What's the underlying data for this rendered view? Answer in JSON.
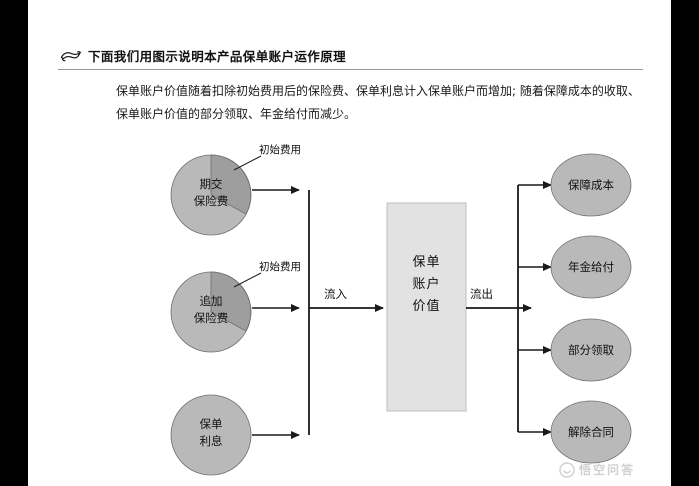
{
  "header": {
    "icon": "pointing-hand-icon",
    "title": "下面我们用图示说明本产品保单账户运作原理"
  },
  "paragraph": {
    "line1": "保单账户价值随着扣除初始费用后的保险费、保单利息计入保单账户而增加; 随着保障成本的收取、",
    "line2": "保单账户价值的部分领取、年金给付而减少。"
  },
  "diagram": {
    "left_nodes": [
      {
        "id": "node-periodic-premium",
        "line1": "期交",
        "line2": "保险费",
        "tag": "初始费用"
      },
      {
        "id": "node-additional-premium",
        "line1": "追加",
        "line2": "保险费",
        "tag": "初始费用"
      },
      {
        "id": "node-policy-interest",
        "line1": "保单",
        "line2": "利息",
        "tag": ""
      }
    ],
    "inflow_label": "流入",
    "outflow_label": "流出",
    "center_node": {
      "id": "node-policy-account-value",
      "line1": "保单",
      "line2": "账户",
      "line3": "价值"
    },
    "right_nodes": [
      {
        "id": "node-protection-cost",
        "label": "保障成本"
      },
      {
        "id": "node-annuity-payment",
        "label": "年金给付"
      },
      {
        "id": "node-partial-withdrawal",
        "label": "部分领取"
      },
      {
        "id": "node-contract-termination",
        "label": "解除合同"
      }
    ]
  },
  "watermark": {
    "icon": "wukong-logo-icon",
    "text": "悟空问答"
  },
  "colors": {
    "node_fill": "#b9b9b9",
    "node_fill_dark": "#9e9e9e",
    "center_fill": "#e2e2e2",
    "line": "#1a1a1a",
    "rule": "#9a9a9a",
    "letterbox": "#000000"
  }
}
